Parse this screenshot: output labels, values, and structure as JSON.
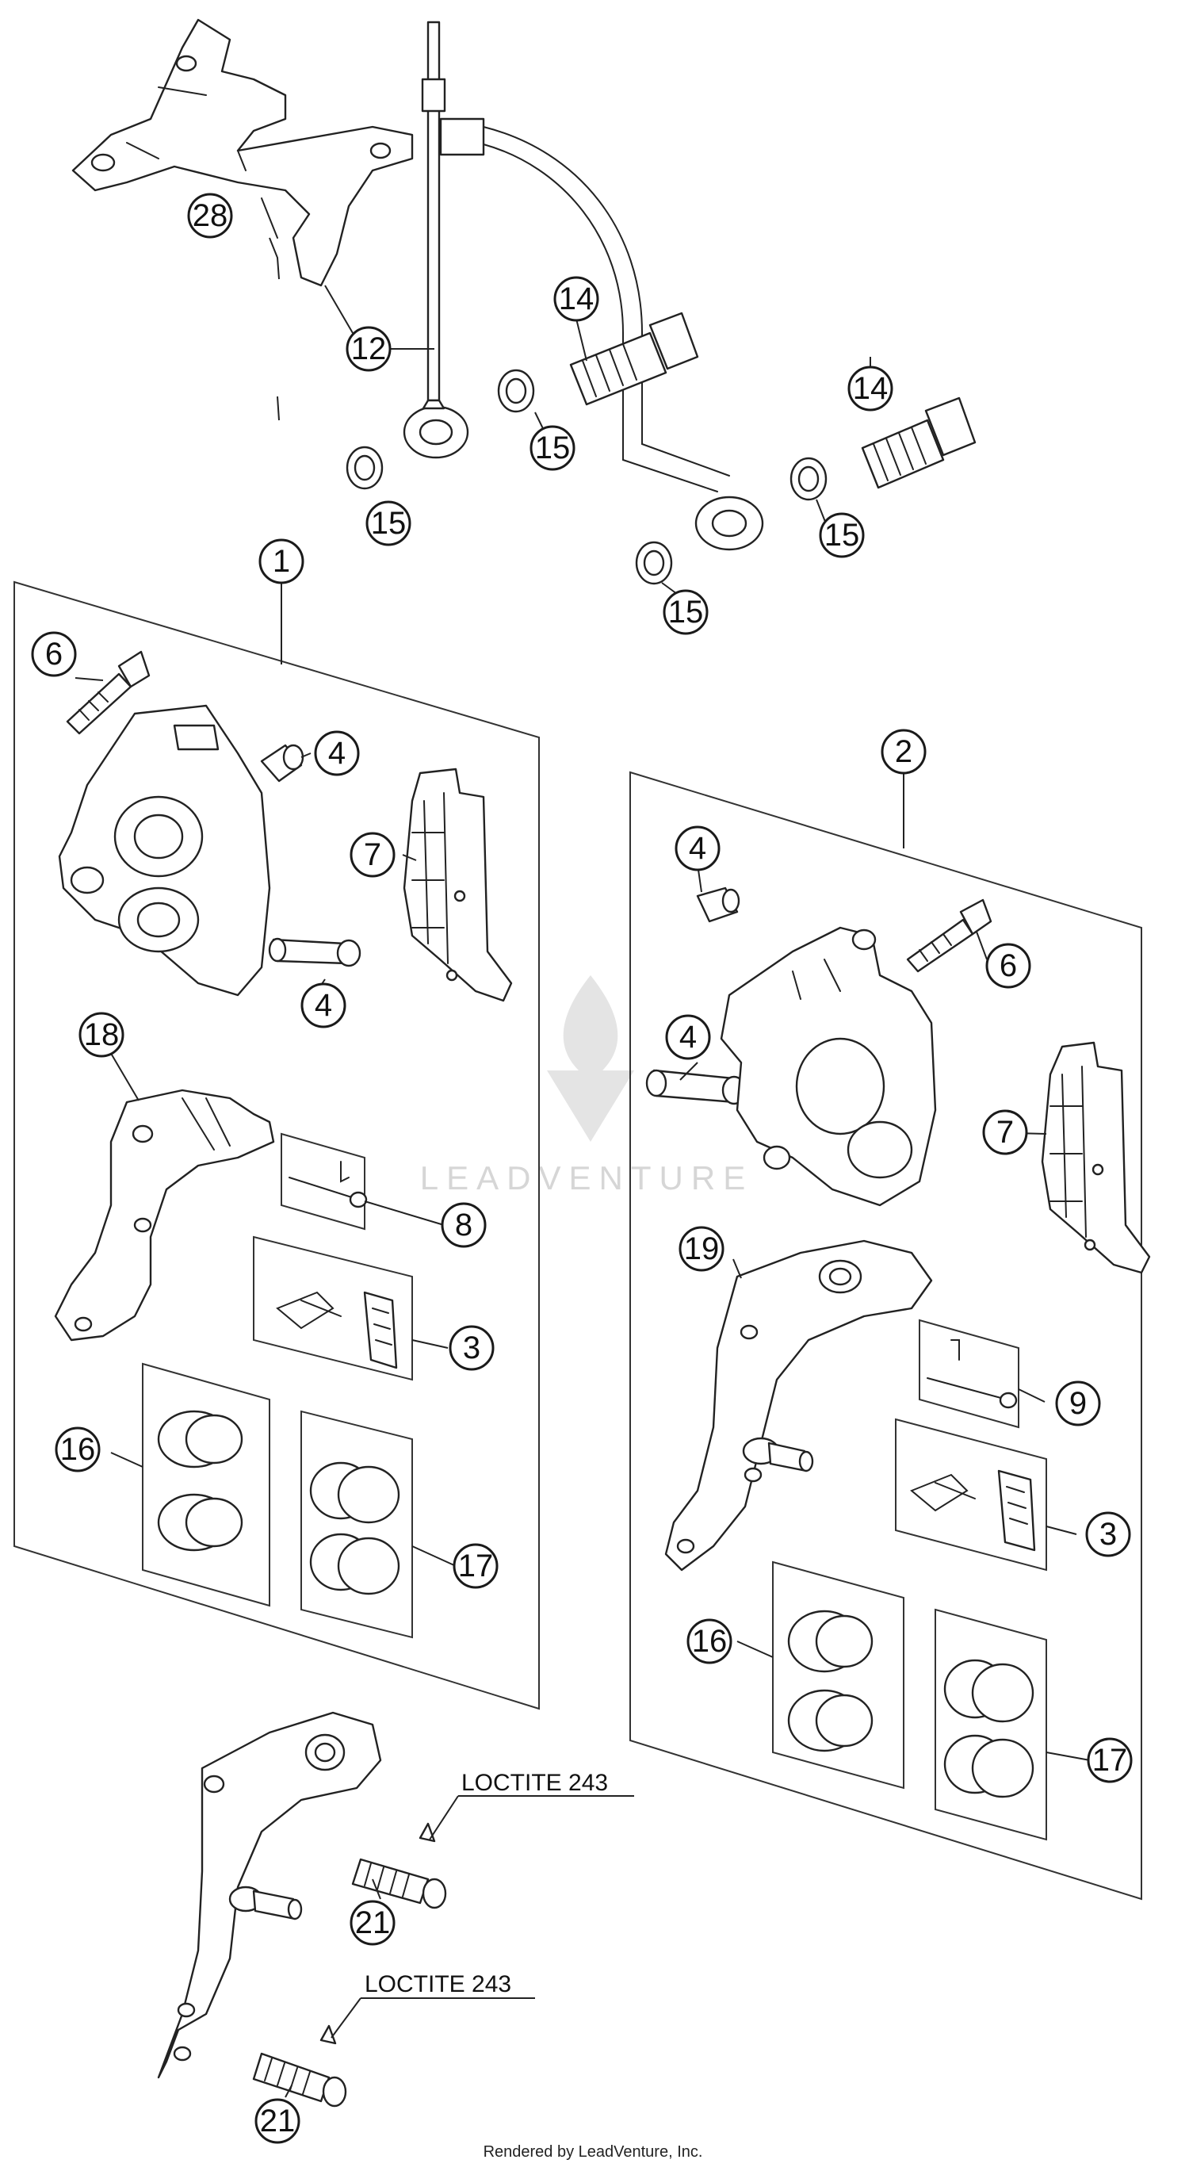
{
  "callouts": [
    "28",
    "12",
    "14",
    "15",
    "15",
    "14",
    "15",
    "15",
    "1",
    "6",
    "4",
    "7",
    "4",
    "18",
    "8",
    "3",
    "16",
    "17",
    "2",
    "4",
    "6",
    "4",
    "7",
    "19",
    "9",
    "3",
    "16",
    "17",
    "21",
    "21"
  ],
  "notes": [
    "LOCTITE 243",
    "LOCTITE 243"
  ],
  "watermark": "LEADVENTURE",
  "footer": "Rendered by LeadVenture, Inc.",
  "colors": {
    "line": "#222222",
    "background": "#ffffff",
    "watermark": "#d6d6d6"
  }
}
